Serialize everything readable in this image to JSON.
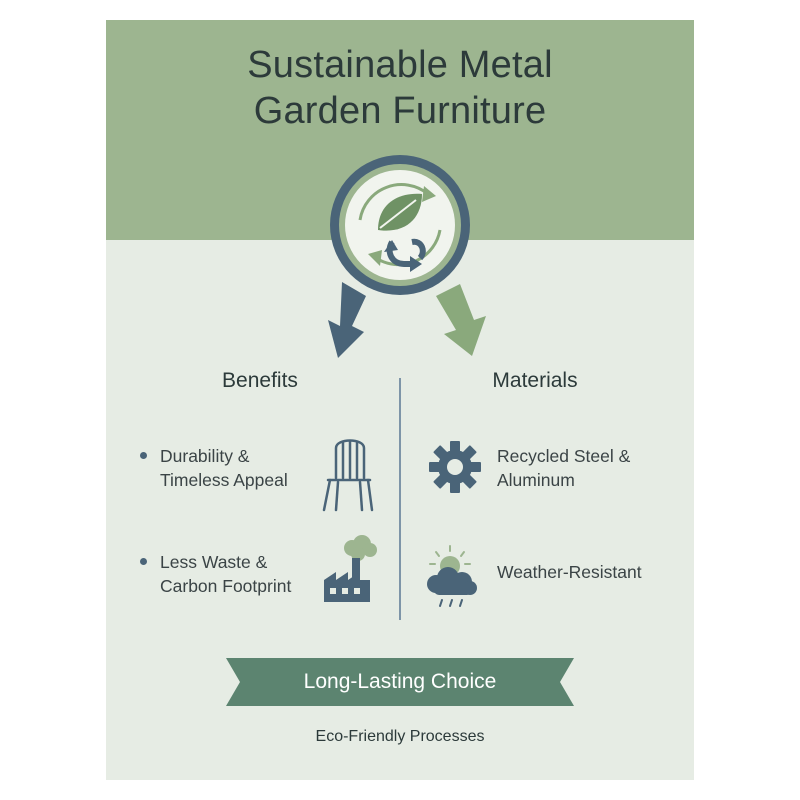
{
  "title": {
    "line1": "Sustainable Metal",
    "line2": "Garden Furniture"
  },
  "badge": {
    "icon": "leaf-recycle-icon",
    "arrows": [
      "arrow-left-blue",
      "arrow-right-green"
    ]
  },
  "benefits": {
    "heading": "Benefits",
    "items": [
      {
        "line1": "Durability &",
        "line2": "Timeless Appeal",
        "icon": "chair-icon"
      },
      {
        "line1": "Less Waste &",
        "line2": "Carbon Footprint",
        "icon": "factory-icon"
      }
    ]
  },
  "materials": {
    "heading": "Materials",
    "items": [
      {
        "line1": "Recycled Steel &",
        "line2": "Aluminum",
        "icon": "gear-icon"
      },
      {
        "line1": "Weather-Resistant",
        "icon": "weather-icon"
      }
    ]
  },
  "ribbon": {
    "label": "Long-Lasting Choice"
  },
  "footer": {
    "text": "Eco-Friendly Processes"
  },
  "colors": {
    "header_bg": "#9db590",
    "body_bg": "#e6ece4",
    "navy": "#4a6478",
    "green": "#8aa97c",
    "ribbon": "#5c8470",
    "text": "#2c3a3a"
  }
}
